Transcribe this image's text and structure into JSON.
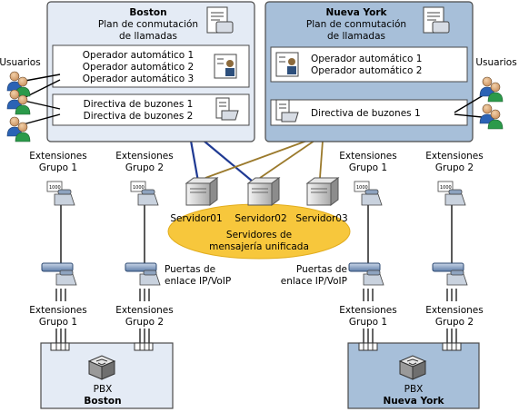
{
  "colors": {
    "boston_fill": "#e4ebf5",
    "newyork_fill": "#a7bfd9",
    "box_border": "#4a4a4a",
    "inner_fill": "#ffffff",
    "ellipse_fill": "#f7c73c",
    "blue_line": "#1f3a93",
    "brown_line": "#9b7a2c"
  },
  "boston": {
    "title": "Boston",
    "dial_plan_line1": "Plan de conmutación",
    "dial_plan_line2": "de llamadas",
    "auto_attendants": [
      "Operador automático 1",
      "Operador automático 2",
      "Operador automático 3"
    ],
    "mailbox_policies": [
      "Directiva de buzones 1",
      "Directiva de buzones 2"
    ],
    "pbx_label": "PBX",
    "pbx_city": "Boston"
  },
  "newyork": {
    "title": "Nueva York",
    "dial_plan_line1": "Plan de conmutación",
    "dial_plan_line2": "de llamadas",
    "auto_attendants": [
      "Operador automático 1",
      "Operador automático 2"
    ],
    "mailbox_policies": [
      "Directiva de buzones 1"
    ],
    "pbx_label": "PBX",
    "pbx_city": "Nueva York"
  },
  "users_label": "Usuarios",
  "extensions": {
    "line1": "Extensiones",
    "group1": "Grupo 1",
    "group2": "Grupo 2"
  },
  "gateway_label_line1": "Puertas de",
  "gateway_label_line2": "enlace IP/VoIP",
  "servers": [
    "Servidor01",
    "Servidor02",
    "Servidor03"
  ],
  "um_servers_line1": "Servidores de",
  "um_servers_line2": "mensajería unificada"
}
